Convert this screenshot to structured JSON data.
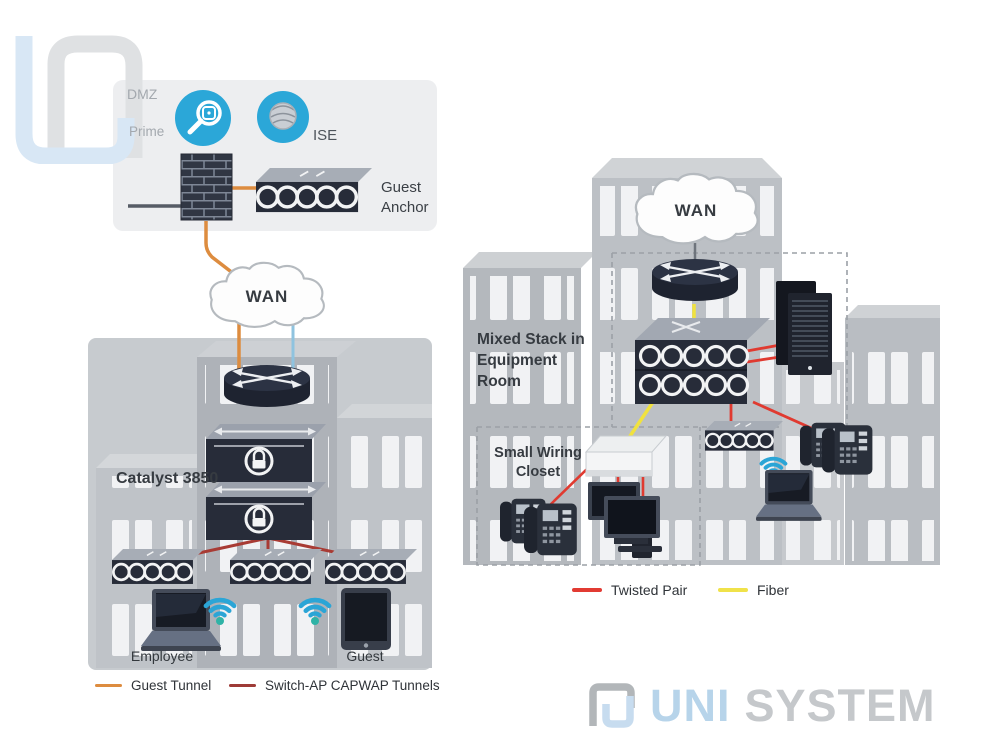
{
  "left": {
    "dmz_label": "DMZ",
    "prime_label": "Prime",
    "ise_label": "ISE",
    "guest_anchor_label": "Guest Anchor",
    "wan_label": "WAN",
    "catalyst_label": "Catalyst 3850",
    "employee_label": "Employee",
    "guest_label": "Guest",
    "legend": [
      {
        "label": "Guest Tunnel",
        "color": "#DD8C3F"
      },
      {
        "label": "Switch-AP CAPWAP Tunnels",
        "color": "#9E3B37"
      }
    ]
  },
  "right": {
    "wan_label": "WAN",
    "mixed_stack_label": "Mixed Stack in Equipment Room",
    "wiring_closet_label": "Small Wiring Closet",
    "legend": [
      {
        "label": "Twisted Pair",
        "color": "#E23B33"
      },
      {
        "label": "Fiber",
        "color": "#F0E24A"
      }
    ]
  },
  "watermark": {
    "uni": "UNI",
    "system": "SYSTEM"
  },
  "colors": {
    "guest_tunnel_orange": "#DD8C3F",
    "capwap_maroon": "#9E3B37",
    "twisted_pair_red": "#E23B33",
    "fiber_yellow": "#F0E24A",
    "wan_link_blue": "#8FC3DF",
    "cisco_icon_blue": "#2BA7D8",
    "device_navy": "#272C39",
    "building_gray": "#B9BDC2",
    "brand_blue": "#B7D4EA",
    "brand_gray": "#C5C8CB"
  },
  "icons": [
    "uni-logo-icon",
    "prime-magnifier-icon",
    "ise-globe-icon",
    "firewall-icon",
    "wlc-coil-switch-icon",
    "wan-cloud-icon",
    "router-icon",
    "stack-switch-icon",
    "access-point-icon",
    "wifi-signal-icon",
    "laptop-icon",
    "tablet-icon",
    "server-icon",
    "ip-phone-icon",
    "desktop-pc-icon",
    "white-switch-icon"
  ]
}
